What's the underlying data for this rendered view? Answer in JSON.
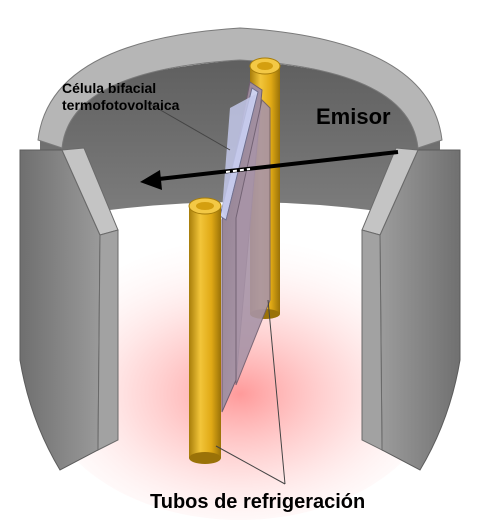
{
  "labels": {
    "cell_line1": "Célula bifacial",
    "cell_line2": "termofotovoltaica",
    "emitter": "Emisor",
    "tubes": "Tubos de refrigeración"
  },
  "colors": {
    "wall_outer": "#8a8a8a",
    "wall_inner": "#6e6e6e",
    "wall_top": "#b8b8b8",
    "tube": "#e6b21c",
    "tube_shade": "#a77d0a",
    "cell_plate": "#9c8a9c",
    "cell_face": "#c9cde8",
    "glow": "#ff9a9a",
    "arrow": "#000000"
  },
  "icons": {
    "arrow": "left-arrow",
    "leaders": "pointer-lines"
  }
}
